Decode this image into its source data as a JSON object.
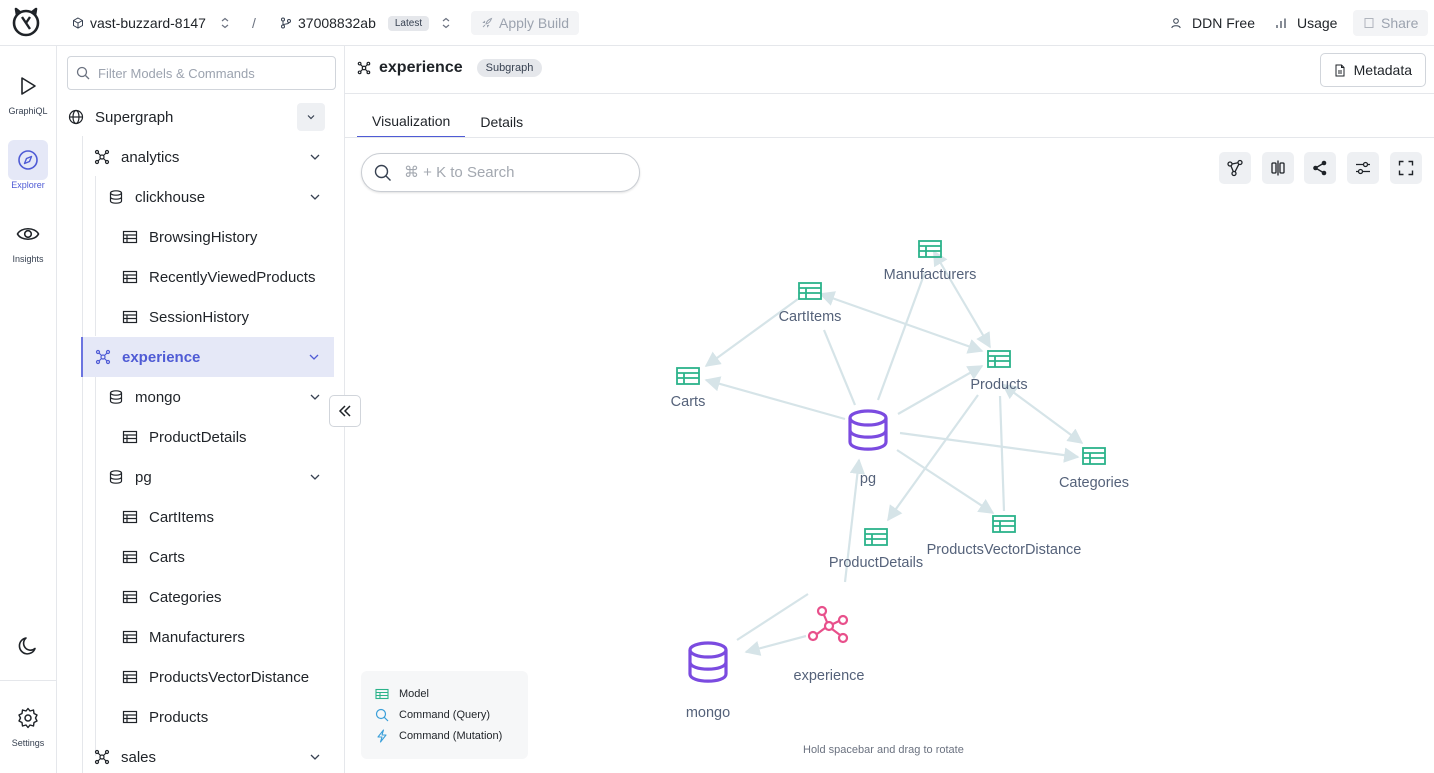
{
  "topbar": {
    "project": "vast-buzzard-8147",
    "separator": "/",
    "build": "37008832ab",
    "build_badge": "Latest",
    "apply_build": "Apply Build",
    "plan": "DDN Free",
    "usage": "Usage",
    "share": "Share"
  },
  "rail": {
    "graphiql": "GraphiQL",
    "explorer": "Explorer",
    "insights": "Insights",
    "settings": "Settings"
  },
  "sidebar": {
    "filter_placeholder": "Filter Models & Commands",
    "supergraph": "Supergraph",
    "analytics": "analytics",
    "clickhouse": "clickhouse",
    "clickhouse_models": [
      "BrowsingHistory",
      "RecentlyViewedProducts",
      "SessionHistory"
    ],
    "experience": "experience",
    "mongo": "mongo",
    "mongo_models": [
      "ProductDetails"
    ],
    "pg": "pg",
    "pg_models": [
      "CartItems",
      "Carts",
      "Categories",
      "Manufacturers",
      "ProductsVectorDistance",
      "Products"
    ],
    "sales": "sales"
  },
  "main": {
    "title": "experience",
    "badge": "Subgraph",
    "metadata": "Metadata",
    "tabs": [
      "Visualization",
      "Details"
    ],
    "search_placeholder": "⌘ + K to Search",
    "hint": "Hold spacebar and drag to rotate"
  },
  "graph": {
    "nodes": {
      "manufacturers": "Manufacturers",
      "cartitems": "CartItems",
      "carts": "Carts",
      "products": "Products",
      "pg": "pg",
      "categories": "Categories",
      "productdetails": "ProductDetails",
      "productsvectordistance": "ProductsVectorDistance",
      "experience": "experience",
      "mongo": "mongo"
    }
  },
  "legend": {
    "model": "Model",
    "command_query": "Command (Query)",
    "command_mutation": "Command (Mutation)"
  },
  "colors": {
    "model": "#2bb38a",
    "datasource": "#7b4be0",
    "subgraph": "#e8508b",
    "edge": "#d6e4e8",
    "accent": "#4f5bd5"
  }
}
